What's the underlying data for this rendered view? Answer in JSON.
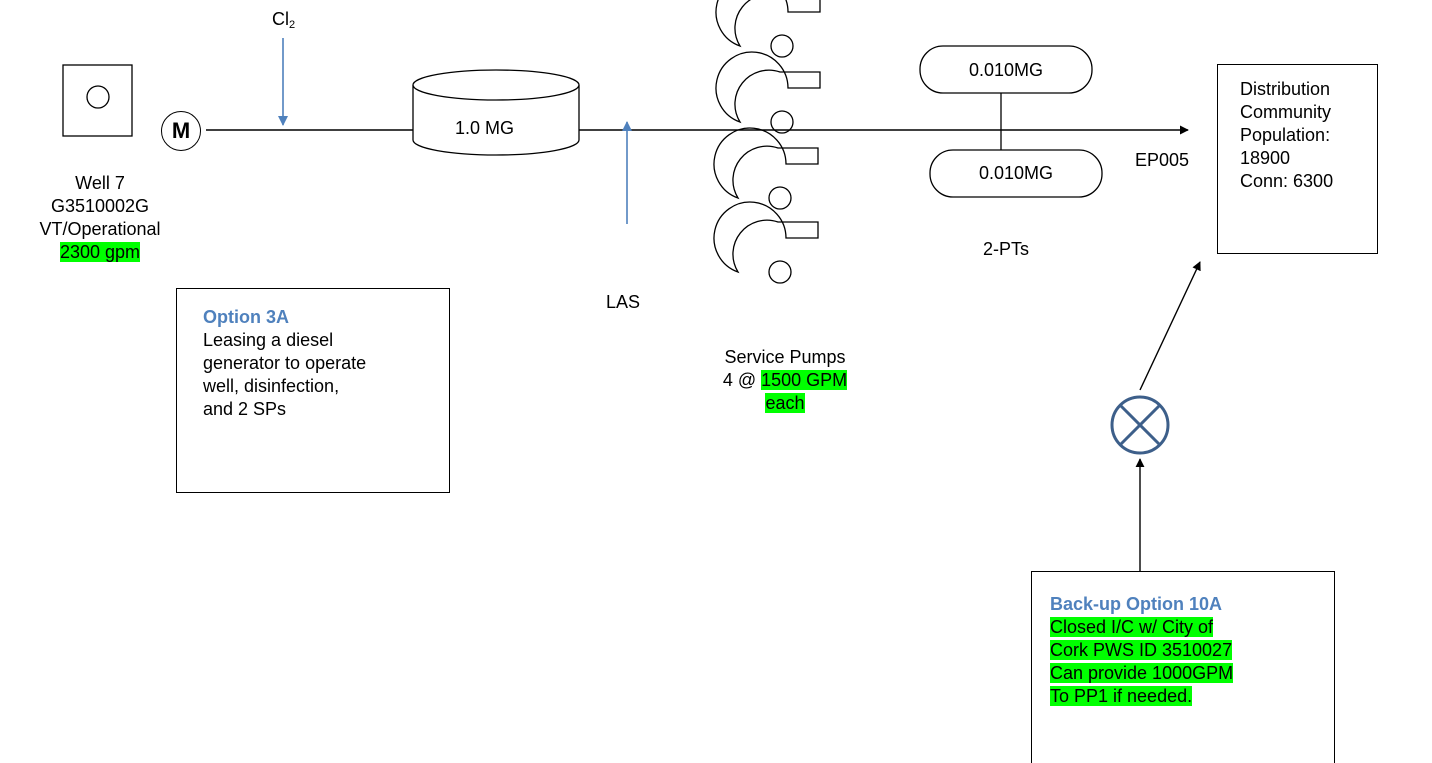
{
  "chlorine": {
    "main": "Cl",
    "sub": "2"
  },
  "motor_label": "M",
  "well": {
    "lines": [
      "Well 7",
      "G3510002G",
      "VT/Operational"
    ],
    "flow": "2300 gpm"
  },
  "tank_label": "1.0 MG",
  "las_label": "LAS",
  "service_pumps": {
    "line1": "Service Pumps",
    "line2_prefix": "4 @ ",
    "line2_highlight": "1500 GPM",
    "line3_highlight": "each"
  },
  "pressure_tanks": {
    "top": "0.010MG",
    "bottom": "0.010MG",
    "caption": "2-PTs"
  },
  "entry_point": "EP005",
  "distribution": {
    "lines": [
      "Distribution",
      "Community",
      "Population:",
      "18900",
      "Conn: 6300"
    ]
  },
  "option3a": {
    "heading": "Option 3A",
    "lines": [
      "Leasing a diesel",
      "generator to operate",
      "well, disinfection,",
      "and 2 SPs"
    ]
  },
  "option10a": {
    "heading": "Back-up Option 10A",
    "lines": [
      "Closed I/C w/ City of",
      "Cork PWS ID 3510027",
      "Can provide 1000GPM",
      "To PP1 if needed."
    ]
  },
  "colors": {
    "highlight": "#00ff00",
    "heading": "#4f81bd",
    "injection_arrow": "#4f81bd",
    "valve": "#3d5f8a"
  }
}
